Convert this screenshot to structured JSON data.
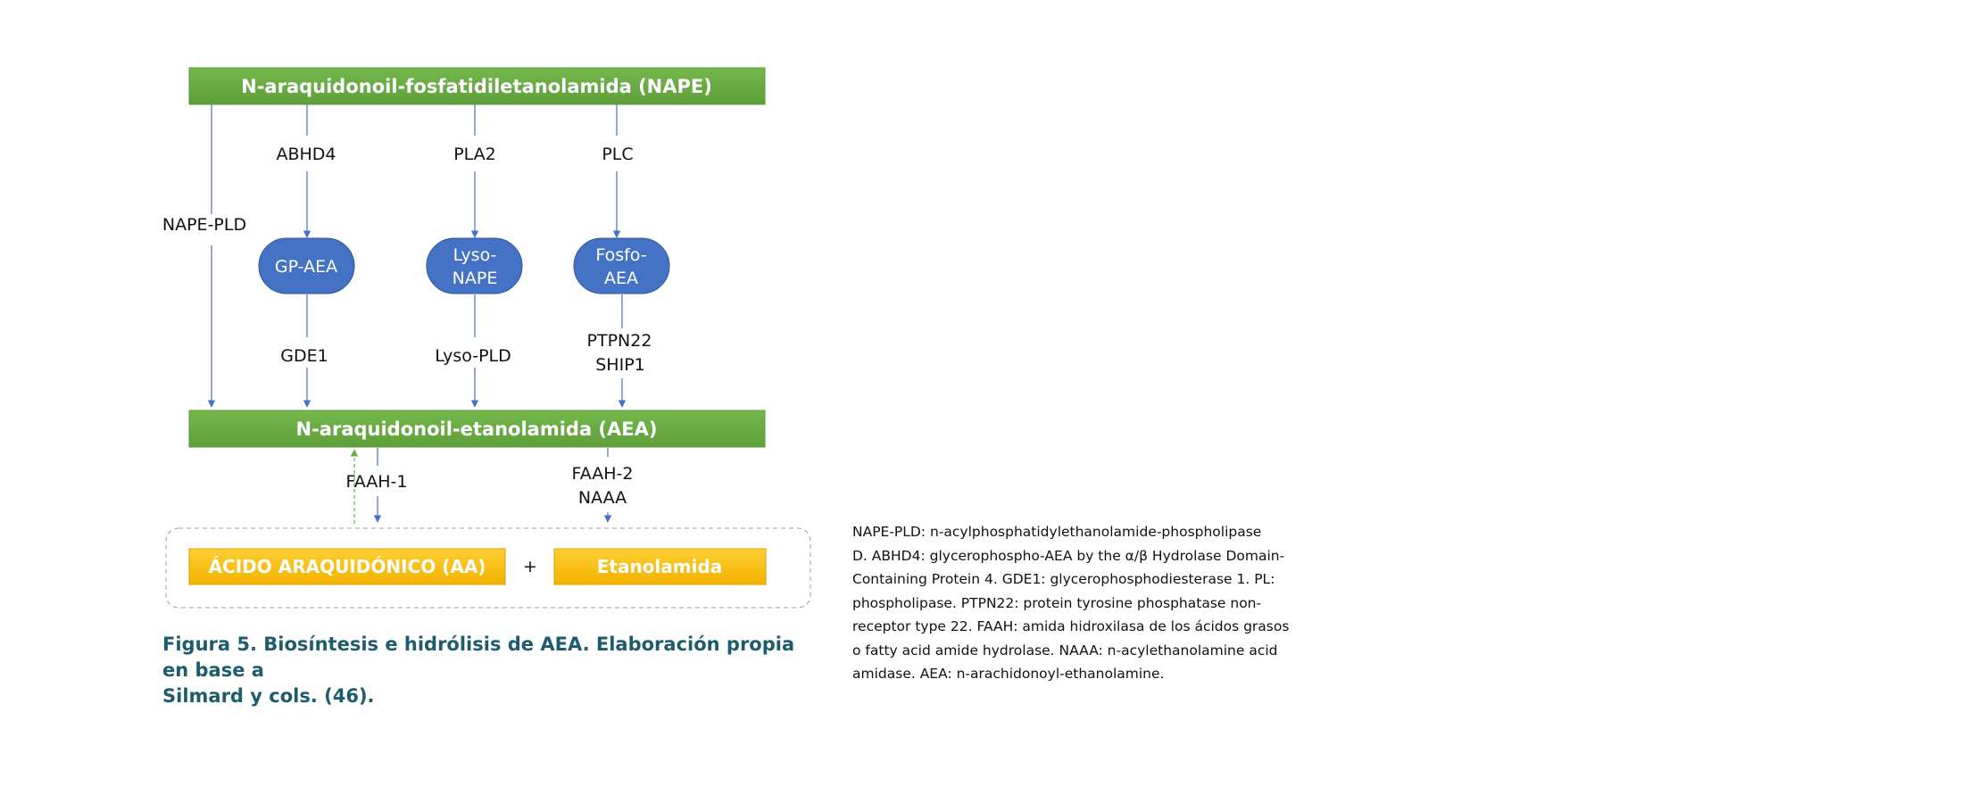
{
  "diagram": {
    "top_bar": "N-araquidonoil-fosfatidiletanolamida (NAPE)",
    "middle_bar": "N-araquidonoil-etanolamida (AEA)",
    "enzymes": {
      "nape_pld": "NAPE-PLD",
      "abhd4": "ABHD4",
      "pla2": "PLA2",
      "plc": "PLC",
      "gde1": "GDE1",
      "lyso_pld": "Lyso-PLD",
      "ptpn22": "PTPN22",
      "ship1": "SHIP1",
      "faah1": "FAAH-1",
      "faah2": "FAAH-2",
      "naaa": "NAAA"
    },
    "nodes": {
      "gp_aea": "GP-AEA",
      "lyso_nape_1": "Lyso-",
      "lyso_nape_2": "NAPE",
      "fosfo_aea_1": "Fosfo-",
      "fosfo_aea_2": "AEA"
    },
    "products": {
      "aa": "ÁCIDO ARAQUIDÓNICO (AA)",
      "plus": "+",
      "etanolamida": "Etanolamida"
    },
    "colors": {
      "green": "#6aac45",
      "blue": "#4472c4",
      "orange": "#ffc000",
      "caption": "#1f5b6e"
    }
  },
  "caption": {
    "line1": "Figura 5. Biosíntesis e hidrólisis de AEA. Elaboración propia en base a",
    "line2": "Silmard y cols. (46)."
  },
  "legend": {
    "lines": [
      "NAPE-PLD: n-acylphosphatidylethanolamide-phospholipase",
      "D. ABHD4: glycerophospho-AEA by the α/β Hydrolase Domain-",
      "Containing Protein 4. GDE1: glycerophosphodiesterase 1.  PL:",
      "phospholipase. PTPN22: protein tyrosine phosphatase non-",
      "receptor type 22. FAAH: amida hidroxilasa de los ácidos grasos",
      "o fatty acid amide hydrolase. NAAA: n-acylethanolamine acid",
      "amidase. AEA: n-arachidonoyl-ethanolamine."
    ]
  }
}
